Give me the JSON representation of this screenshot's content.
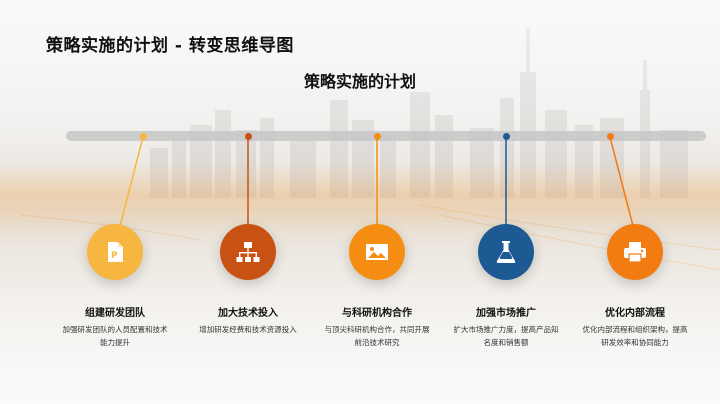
{
  "slide": {
    "title": "策略实施的计划 - 转变思维导图",
    "subtitle": "策略实施的计划"
  },
  "items": [
    {
      "title": "组建研发团队",
      "desc": "加强研发团队的人员配置和技术能力提升",
      "icon": "document-icon",
      "color": "#f7b640"
    },
    {
      "title": "加大技术投入",
      "desc": "增加研发经费和技术资源投入",
      "icon": "flowchart-icon",
      "color": "#c85114"
    },
    {
      "title": "与科研机构合作",
      "desc": "与顶尖科研机构合作，共同开展前沿技术研究",
      "icon": "image-icon",
      "color": "#f68d13"
    },
    {
      "title": "加强市场推广",
      "desc": "扩大市场推广力度，提高产品知名度和销售额",
      "icon": "flask-icon",
      "color": "#1d5a94"
    },
    {
      "title": "优化内部流程",
      "desc": "优化内部流程和组织架构，提高研发效率和协同能力",
      "icon": "printer-icon",
      "color": "#f27c12"
    }
  ]
}
